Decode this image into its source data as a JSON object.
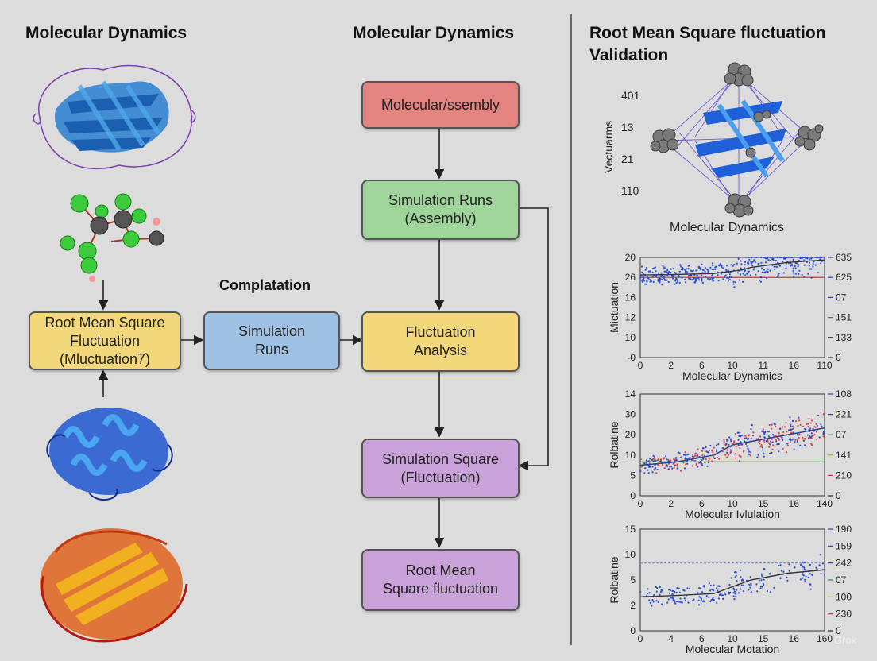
{
  "headings": {
    "left": "Molecular Dynamics",
    "middle": "Molecular Dynamics",
    "right_line1": "Root Mean Square fluctuation",
    "right_line2": "Validation",
    "compilation": "Complatation"
  },
  "flow": {
    "left_box": "Root Mean Square\nFluctuation\n(Mluctuation7)",
    "sim_runs": "Simulation\nRuns",
    "assembly": "Molecular/ssembly",
    "sim_assembly": "Simulation Runs\n(Assembly)",
    "fluct_analysis": "Fluctuation\nAnalysis",
    "sim_square": "Simulation Square\n(Fluctuation)",
    "rmsf": "Root Mean\nSquare fluctuation"
  },
  "colors": {
    "red_box": "#e38480",
    "green_box": "#9fd49a",
    "yellow_box": "#f2d77b",
    "blue_box": "#9fc2e4",
    "purple_box": "#c9a2d9"
  },
  "network": {
    "ylabel": "Vectuarms",
    "ticks": [
      "401",
      "13",
      "21",
      "110"
    ],
    "caption": "Molecular Dynamics"
  },
  "chart_data": [
    {
      "type": "scatter",
      "title": "",
      "ylabel": "Mictuation",
      "xlabel": "Molecular Dynamics",
      "xtick_labels": [
        "0",
        "2",
        "6",
        "10",
        "11",
        "16",
        "110"
      ],
      "ytick_labels": [
        "20",
        "26",
        "16",
        "12",
        "10",
        "-0"
      ],
      "right_labels": [
        "635",
        "625",
        "07",
        "151",
        "133",
        "0"
      ],
      "right_colors": [
        "#1f3fbf",
        "#1f3fbf",
        "#1f3fbf",
        "#d03030",
        "#222222",
        "#222222"
      ],
      "reference_line": 16,
      "ylim": [
        0,
        20
      ],
      "series": [
        {
          "color": "#2a4fd6",
          "trend": [
            [
              0,
              16.5
            ],
            [
              2,
              16.6
            ],
            [
              4,
              16.8
            ],
            [
              5.5,
              17.5
            ],
            [
              6,
              18
            ],
            [
              7,
              18.5
            ],
            [
              8,
              19
            ],
            [
              10,
              19.5
            ]
          ]
        }
      ]
    },
    {
      "type": "scatter",
      "title": "",
      "ylabel": "Rolbatine",
      "xlabel": "Molecular Ivlulation",
      "xtick_labels": [
        "0",
        "2",
        "6",
        "10",
        "15",
        "16",
        "140"
      ],
      "ytick_labels": [
        "14",
        "30",
        "20",
        "10",
        "5",
        "0"
      ],
      "right_labels": [
        "108",
        "221",
        "07",
        "141",
        "210",
        "0"
      ],
      "right_colors": [
        "#1f3fbf",
        "#1f3fbf",
        "#2a8a2a",
        "#c9a400",
        "#d03030",
        "#222222"
      ],
      "reference_line": 10,
      "ylim": [
        0,
        30
      ],
      "series": [
        {
          "color": "#e04040",
          "trend": [
            [
              0,
              9
            ],
            [
              2,
              10
            ],
            [
              4,
              12
            ],
            [
              5,
              15
            ],
            [
              6,
              16
            ],
            [
              8,
              18
            ],
            [
              10,
              20
            ]
          ]
        },
        {
          "color": "#2a4fd6",
          "trend": [
            [
              0,
              9
            ],
            [
              2,
              10
            ],
            [
              4,
              12
            ],
            [
              5,
              15
            ],
            [
              6,
              16
            ],
            [
              8,
              18
            ],
            [
              10,
              20
            ]
          ]
        }
      ]
    },
    {
      "type": "scatter",
      "title": "",
      "ylabel": "Rolbatine",
      "xlabel": "Molecular Motation",
      "xtick_labels": [
        "0",
        "4",
        "6",
        "10",
        "15",
        "16",
        "160"
      ],
      "ytick_labels": [
        "15",
        "10",
        "5",
        "2",
        "0"
      ],
      "right_labels": [
        "190",
        "159",
        "242",
        "07",
        "100",
        "230",
        "0"
      ],
      "right_colors": [
        "#1f3fbf",
        "#1f3fbf",
        "#1f3fbf",
        "#2a8a2a",
        "#c9a400",
        "#d03030",
        "#222222"
      ],
      "reference_line": 10,
      "ylim": [
        0,
        15
      ],
      "series": [
        {
          "color": "#2a4fd6",
          "trend": [
            [
              0,
              5
            ],
            [
              2,
              5.2
            ],
            [
              4,
              5.5
            ],
            [
              5,
              6.5
            ],
            [
              6,
              7.5
            ],
            [
              8,
              8.5
            ],
            [
              10,
              9
            ]
          ]
        }
      ]
    }
  ],
  "watermark": "Grok"
}
